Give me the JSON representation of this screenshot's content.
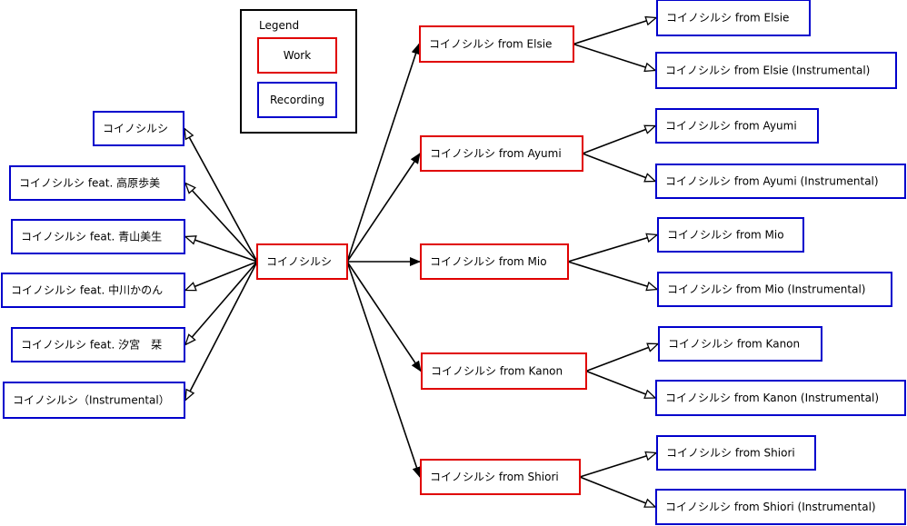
{
  "colors": {
    "work": "#e00000",
    "recording": "#0000cc",
    "edge": "#000000",
    "legend_border": "#000000"
  },
  "legend": {
    "title": "Legend",
    "work_label": "Work",
    "recording_label": "Recording"
  },
  "center": {
    "label": "コイノシルシ",
    "kind": "work"
  },
  "left_recordings": [
    "コイノシルシ",
    "コイノシルシ feat. 高原歩美",
    "コイノシルシ feat. 青山美生",
    "コイノシルシ feat. 中川かのん",
    "コイノシルシ feat. 汐宮　栞",
    "コイノシルシ（Instrumental）"
  ],
  "works": [
    {
      "label": "コイノシルシ from Elsie",
      "recordings": [
        "コイノシルシ from Elsie",
        "コイノシルシ from Elsie (Instrumental)"
      ]
    },
    {
      "label": "コイノシルシ from Ayumi",
      "recordings": [
        "コイノシルシ from Ayumi",
        "コイノシルシ from Ayumi (Instrumental)"
      ]
    },
    {
      "label": "コイノシルシ from Mio",
      "recordings": [
        "コイノシルシ from Mio",
        "コイノシルシ from Mio (Instrumental)"
      ]
    },
    {
      "label": "コイノシルシ from Kanon",
      "recordings": [
        "コイノシルシ from Kanon",
        "コイノシルシ from Kanon (Instrumental)"
      ]
    },
    {
      "label": "コイノシルシ from Shiori",
      "recordings": [
        "コイノシルシ from Shiori",
        "コイノシルシ from Shiori (Instrumental)"
      ]
    }
  ]
}
